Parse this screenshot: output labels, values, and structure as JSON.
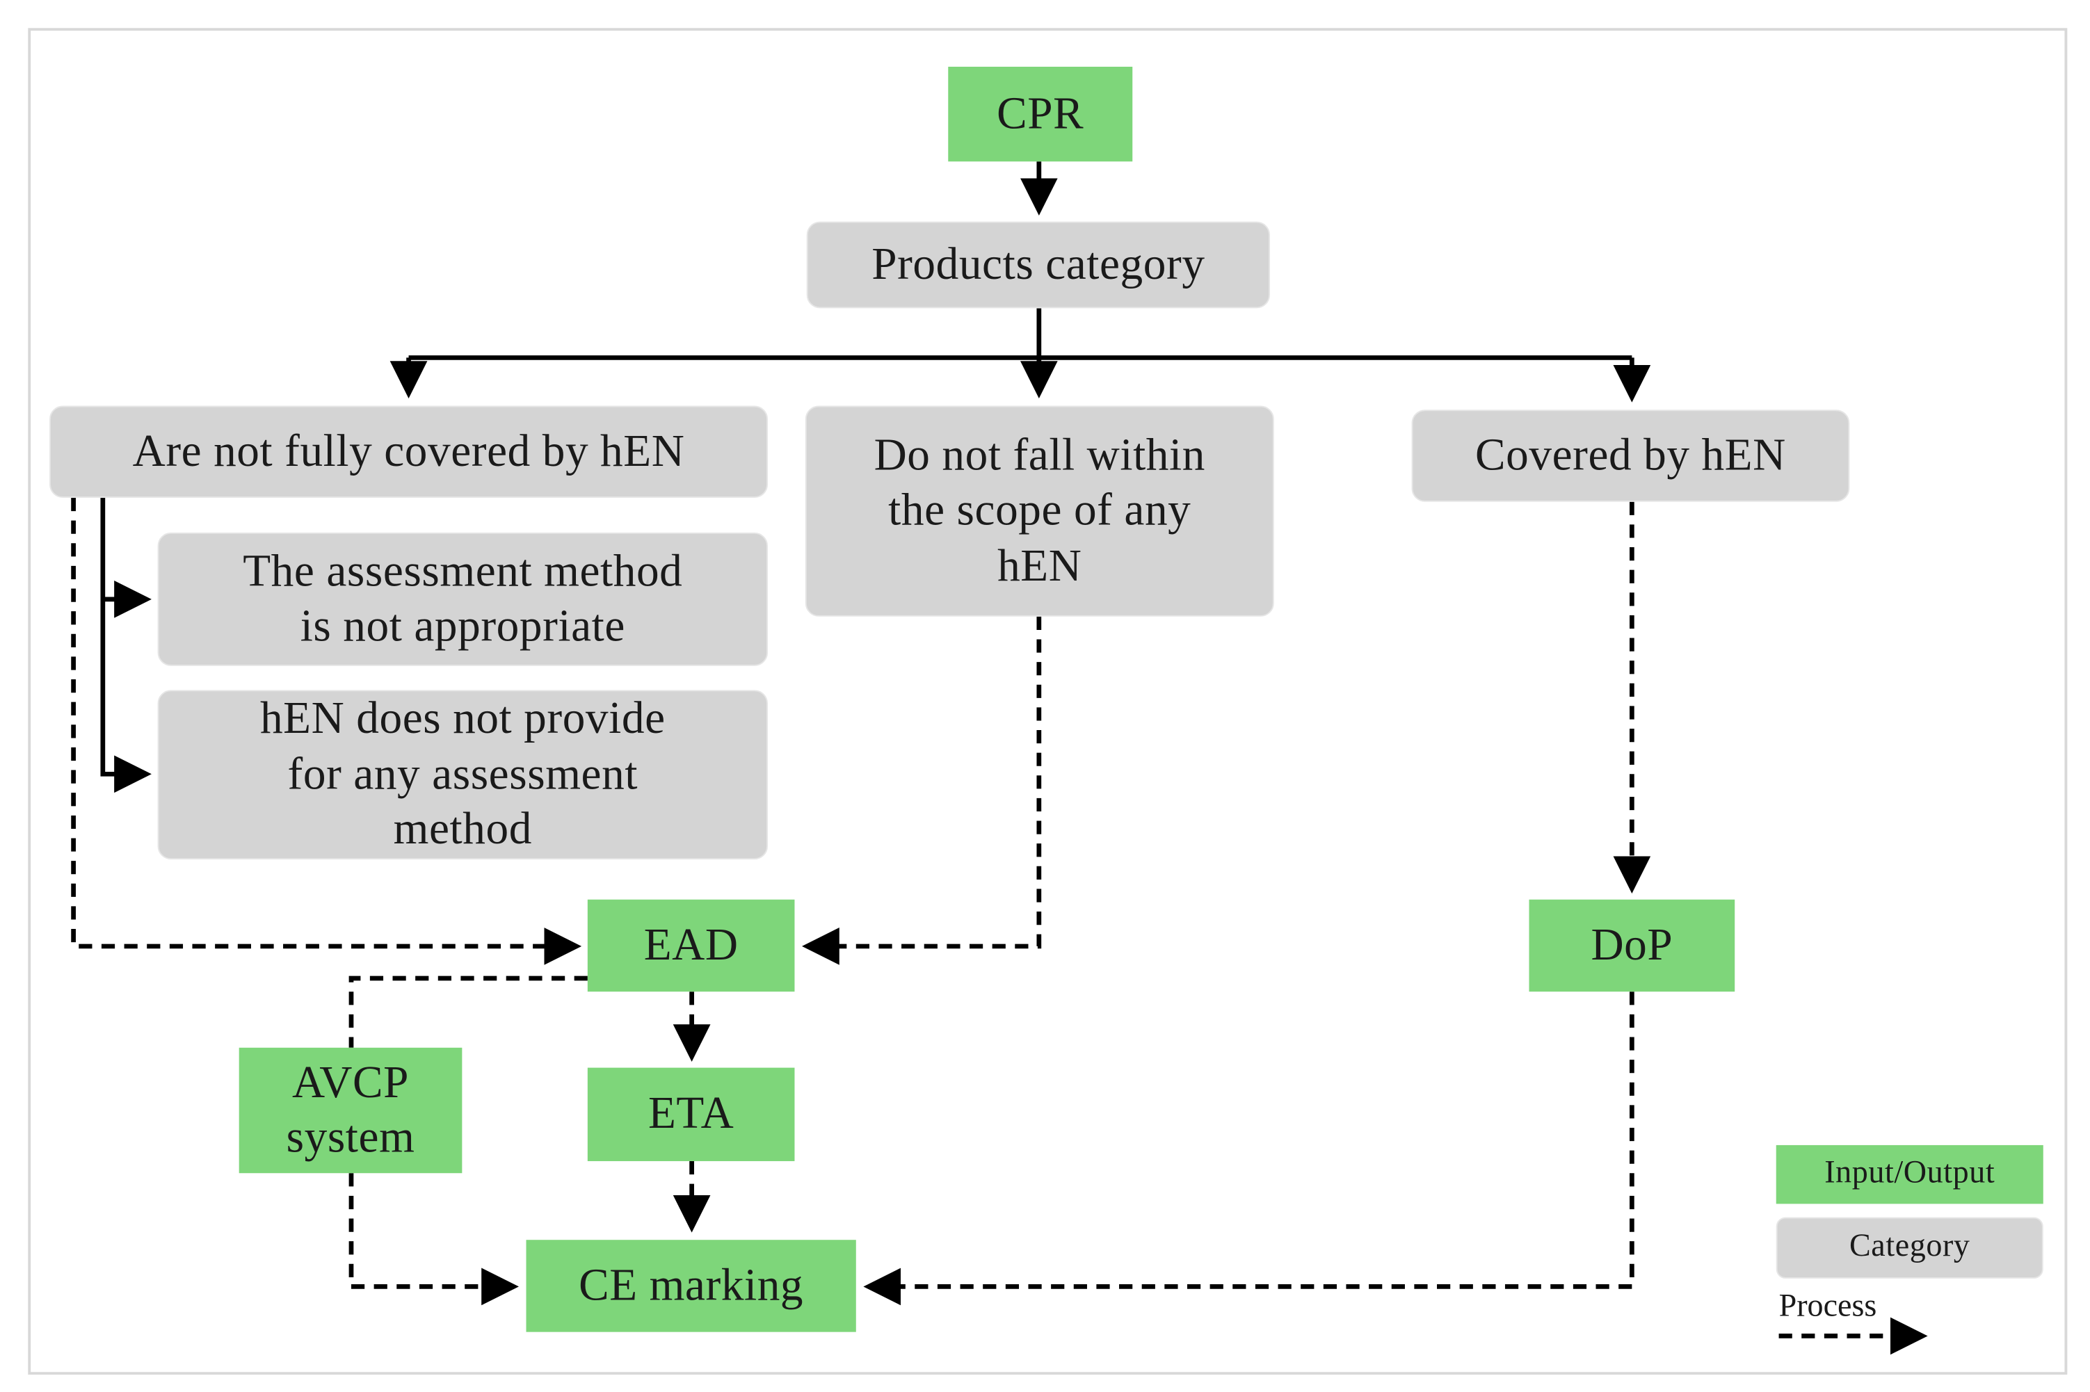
{
  "nodes": {
    "cpr": "CPR",
    "products_category": "Products category",
    "not_fully_covered": "Are not fully covered by hEN",
    "not_within_scope": "Do not fall within the scope of any hEN",
    "covered": "Covered by hEN",
    "assessment_not_appropriate": "The assessment method is not appropriate",
    "no_assessment_method": "hEN does not provide for any assessment method",
    "ead": "EAD",
    "dop": "DoP",
    "avcp": "AVCP system",
    "eta": "ETA",
    "ce_marking": "CE marking"
  },
  "legend": {
    "input_output": "Input/Output",
    "category": "Category",
    "process": "Process"
  },
  "colors": {
    "input_output": "#7ed67a",
    "category": "#d4d4d4",
    "line": "#000000"
  }
}
